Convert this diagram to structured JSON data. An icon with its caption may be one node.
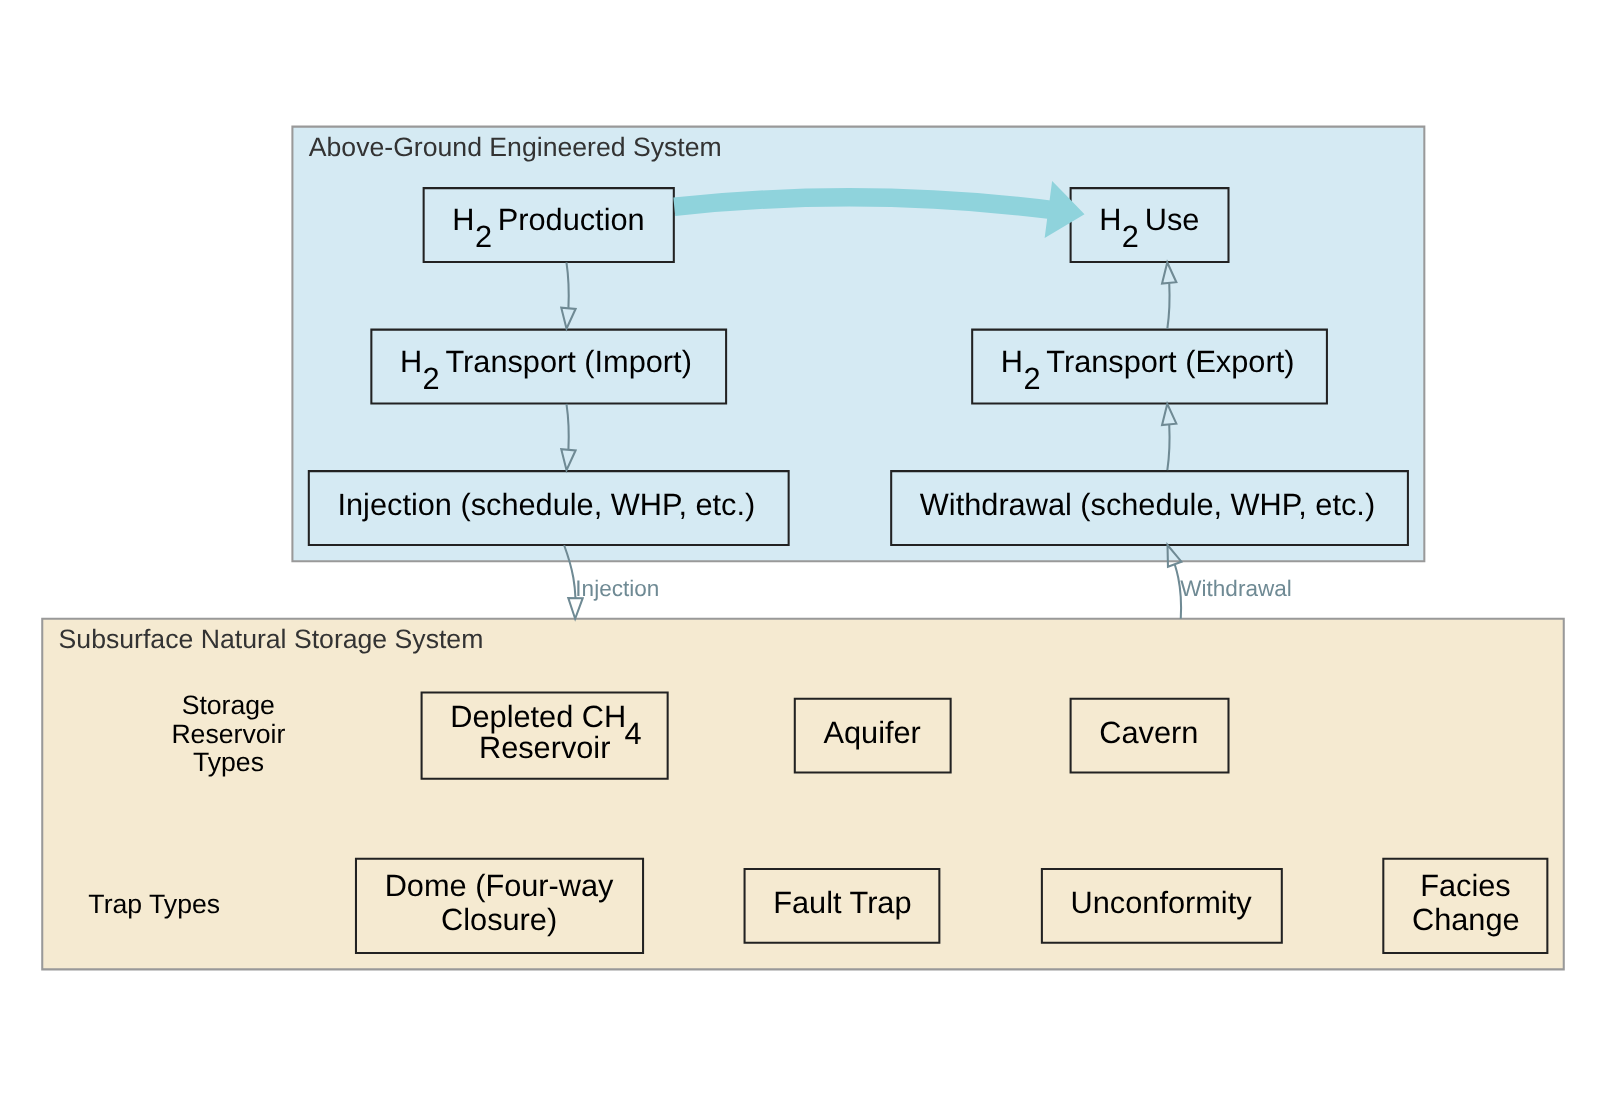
{
  "diagram": {
    "nodes": [
      {
        "text": [
          "Above-Ground Engineered System"
        ]
      },
      {
        "text": [
          "H$_{2}$ Production"
        ],
        "in": 0
      },
      {
        "text": [
          "H$_{2}$ Use"
        ],
        "in": 0
      },
      {
        "text": [
          "H$_{2}$ Transport (Import)"
        ],
        "in": 0
      },
      {
        "text": [
          "H$_{2}$ Transport (Export)"
        ],
        "in": 0
      },
      {
        "text": [
          "Injection (schedule, WHP, etc.)"
        ],
        "in": 0
      },
      {
        "text": [
          "Withdrawal (schedule, WHP, etc.)"
        ],
        "in": 0
      },
      {
        "text": [
          "Subsurface Natural Storage System"
        ]
      },
      {
        "text": [
          "Depleted CH$_{4}$ Reservoir"
        ],
        "in": 7
      },
      {
        "text": [
          "Aquifer"
        ],
        "in": 7
      },
      {
        "text": [
          "Cavern"
        ],
        "in": 7
      },
      {
        "text": [
          "Dome (Four-way Closure)"
        ],
        "in": 7
      },
      {
        "text": [
          "Fault Trap"
        ],
        "in": 7
      },
      {
        "text": [
          "Unconformity"
        ],
        "in": 7
      },
      {
        "text": [
          "Facies Change"
        ],
        "in": 7
      }
    ],
    "edges": [
      {
        "from": 1,
        "to": 3,
        "arrow": "to"
      },
      {
        "from": 3,
        "to": 5,
        "arrow": "to"
      },
      {
        "from": 5,
        "to": 7,
        "arrow": "to",
        "label": "Injection"
      },
      {
        "from": 7,
        "to": 6,
        "arrow": "to",
        "label": "Withdrawal"
      },
      {
        "from": 6,
        "to": 4,
        "arrow": "to"
      },
      {
        "from": 4,
        "to": 2,
        "arrow": "to"
      },
      {
        "from": 1,
        "to": 2,
        "arrow": "to",
        "style": "thick",
        "color": "#8fd3dc"
      }
    ],
    "labels": [
      "Storage Reservoir Types",
      "Trap Types"
    ]
  }
}
